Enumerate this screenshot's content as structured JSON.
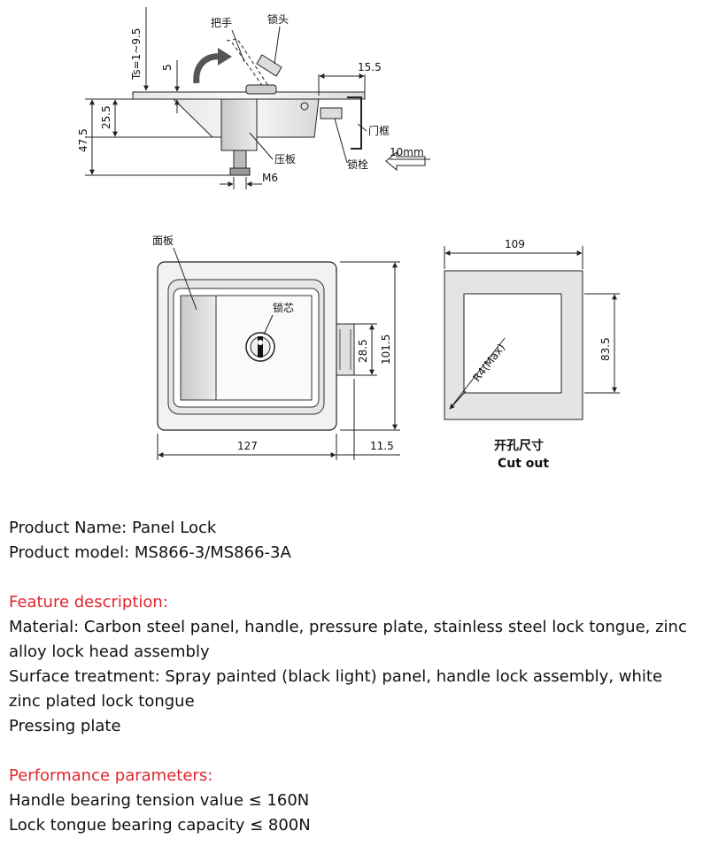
{
  "side_view": {
    "dim_ts": "Ts=1~9.5",
    "dim_5": "5",
    "dim_155": "15.5",
    "dim_255": "25.5",
    "dim_475": "47.5",
    "dim_m6": "M6",
    "dim_10mm": "10mm",
    "label_handle": "把手",
    "label_lockhead": "锁头",
    "label_doorframe": "门框",
    "label_pressure_plate": "压板",
    "label_bolt": "锁栓"
  },
  "front_view": {
    "label_panel": "面板",
    "label_lockcore": "锁芯",
    "dim_285": "28.5",
    "dim_1015": "101.5",
    "dim_127": "127",
    "dim_115": "11.5"
  },
  "cutout_view": {
    "dim_109": "109",
    "dim_835": "83.5",
    "dim_r4": "R4(Max)",
    "caption_cn": "开孔尺寸",
    "caption_en": "Cut out"
  },
  "specs": {
    "product_name": "Product Name: Panel Lock",
    "product_model": "Product model: MS866-3/MS866-3A",
    "feature_heading": "Feature description:",
    "material": "Material: Carbon steel panel, handle, pressure plate, stainless steel lock tongue, zinc alloy lock head assembly",
    "surface": "Surface treatment: Spray painted (black light) panel, handle lock assembly, white zinc plated lock tongue",
    "pressing": "Pressing plate",
    "performance_heading": "Performance parameters:",
    "handle_tension": "Handle bearing tension value ≤ 160N",
    "tongue_capacity": "Lock tongue bearing capacity ≤ 800N"
  },
  "colors": {
    "heading_red": "#e0262b",
    "text": "#111111"
  }
}
